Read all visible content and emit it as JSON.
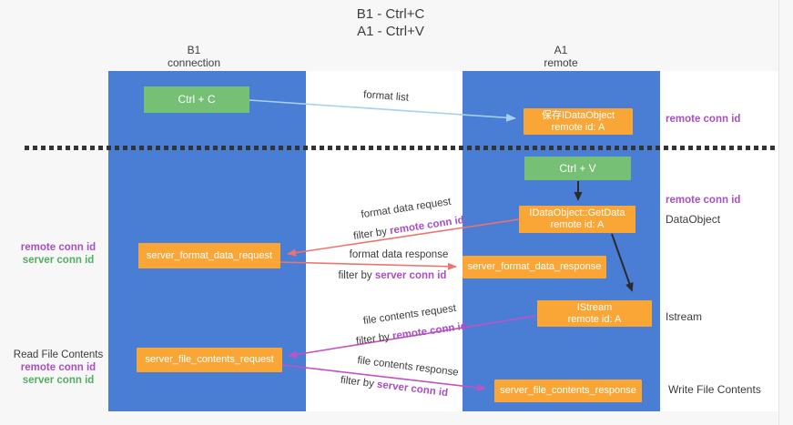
{
  "colors": {
    "bg": "#f7f7f7",
    "lane_blue": "#4a7ed5",
    "box_green": "#75c075",
    "box_orange": "#faa637",
    "arrow_blue": "#a5d2f0",
    "arrow_salmon": "#ef726b",
    "arrow_magenta": "#c351c3",
    "text_purple": "#a94fc4",
    "text_green": "#53ae62",
    "text_dark": "#3b3b3b",
    "dash_dark": "#333333"
  },
  "title": {
    "line1": "B1 - Ctrl+C",
    "line2": "A1 - Ctrl+V"
  },
  "lanes": {
    "left": {
      "name": "B1",
      "role": "connection"
    },
    "right": {
      "name": "A1",
      "role": "remote"
    }
  },
  "nodes": {
    "ctrl_c": "Ctrl + C",
    "ctrl_v": "Ctrl + V",
    "save_idataobject": {
      "line1": "保存IDataObject",
      "line2": "remote id: A"
    },
    "getdata": {
      "line1": "IDataObject::GetData",
      "line2": "remote id: A"
    },
    "istream": {
      "line1": "IStream",
      "line2": "remote id: A"
    },
    "server_format_data_request": "server_format_data_request",
    "server_format_data_response": "server_format_data_response",
    "server_file_contents_request": "server_file_contents_request",
    "server_file_contents_response": "server_file_contents_response"
  },
  "arrows": {
    "format_list": "format list",
    "format_data_request": "format data request",
    "format_data_response": "format data response",
    "file_contents_request": "file contents request",
    "file_contents_response": "file contents response",
    "filter_by": "filter by",
    "remote_conn_id": "remote conn id",
    "server_conn_id": "server conn id"
  },
  "side_labels": {
    "remote_conn_id": "remote conn id",
    "server_conn_id": "server conn id",
    "read_file_contents": "Read File Contents",
    "write_file_contents": "Write File Contents",
    "dataobject": "DataObject",
    "istream": "Istream"
  }
}
